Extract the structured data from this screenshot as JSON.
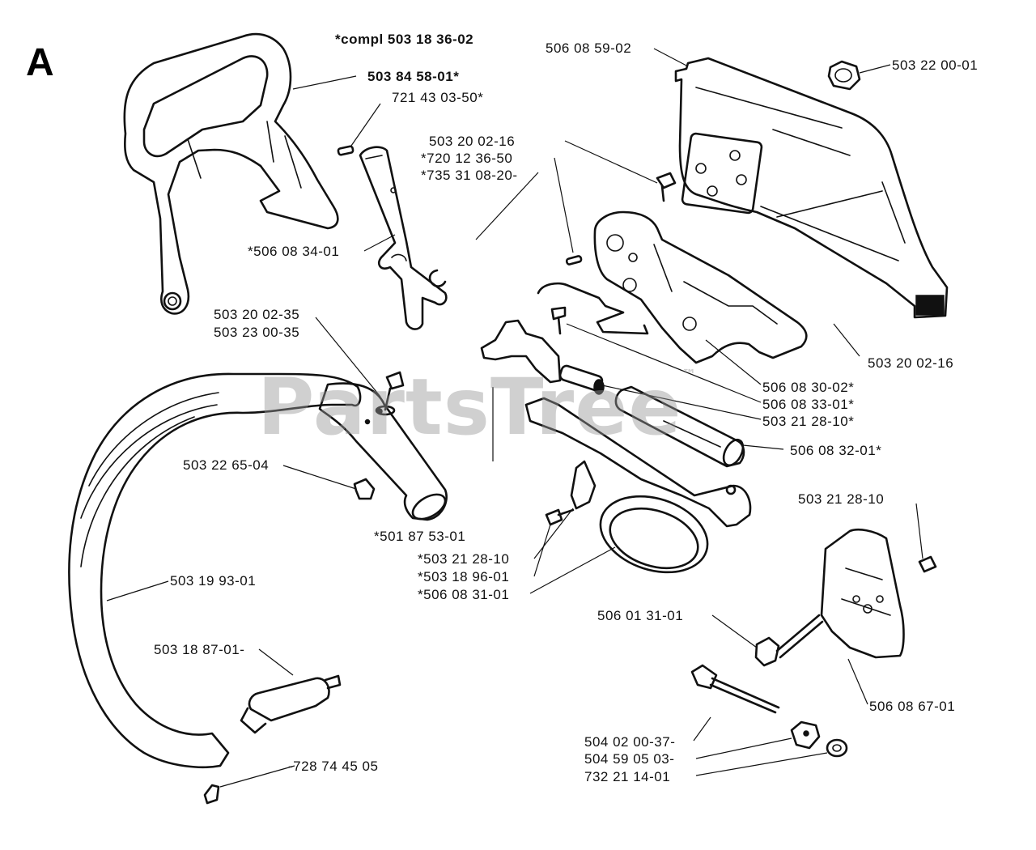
{
  "section_letter": "A",
  "note": "*compl 503 18 36-02",
  "watermark": "PartsTree",
  "watermark_tm": "™",
  "labels": {
    "p01": "503 84 58-01*",
    "p02": "721 43 03-50*",
    "p03": "506 08 59-02",
    "p04": "503 22 00-01",
    "p05": "503 20 02-16",
    "p06": "*720 12 36-50",
    "p07": "*735 31 08-20-",
    "p08": "*506 08 34-01",
    "p09": "503 20 02-35",
    "p10": "503 23 00-35",
    "p11": "503 20 02-16",
    "p12": "506 08 30-02*",
    "p13": "506 08 33-01*",
    "p14": "503 21 28-10*",
    "p15": "506 08 32-01*",
    "p16": "503 22 65-04",
    "p17": "*501 87 53-01",
    "p18": "*503 21 28-10",
    "p19": "*503 18 96-01",
    "p20": "*506 08 31-01",
    "p21": "503 19 93-01",
    "p22": "503 21 28-10",
    "p23": "506 01 31-01",
    "p24": "503 18 87-01-",
    "p25": "506 08 67-01",
    "p26": "504 02 00-37-",
    "p27": "504 59 05 03-",
    "p28": "732 21 14-01",
    "p29": "-728 74 45 05"
  }
}
